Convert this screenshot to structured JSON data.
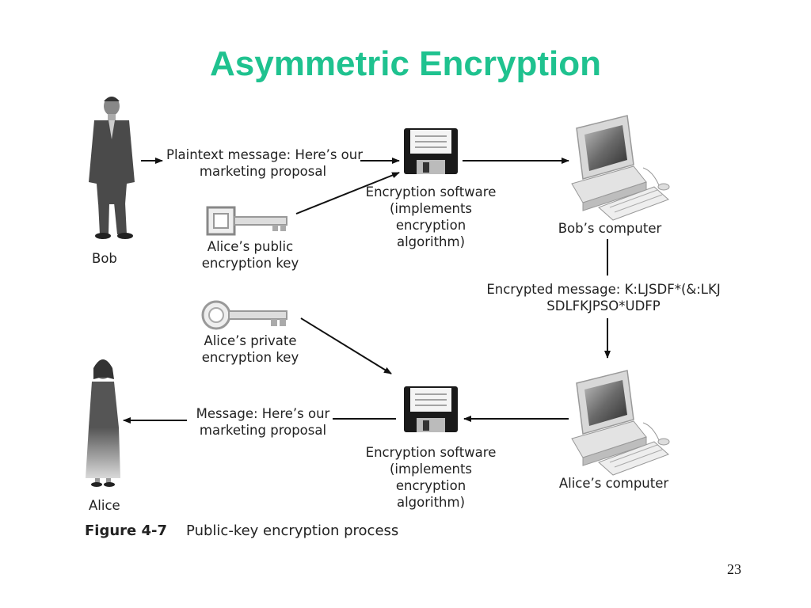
{
  "slide": {
    "title": "Asymmetric Encryption",
    "page_number": "23"
  },
  "figure": {
    "number": "Figure 4-7",
    "caption": "Public-key encryption process"
  },
  "labels": {
    "bob": "Bob",
    "alice": "Alice",
    "plaintext_message": "Plaintext message: Here’s our\nmarketing proposal",
    "alice_public_key": "Alice’s public\nencryption key",
    "alice_private_key": "Alice’s private\nencryption key",
    "encryption_software_top": "Encryption software\n(implements\nencryption\nalgorithm)",
    "encryption_software_bottom": "Encryption software\n(implements\nencryption\nalgorithm)",
    "bobs_computer": "Bob’s computer",
    "alices_computer": "Alice’s computer",
    "encrypted_message": "Encrypted message: K:LJSDF*(&:LKJ\nSDLFKJPSO*UDFP",
    "received_message": "Message: Here’s our\nmarketing proposal"
  },
  "colors": {
    "title": "#1fc28f",
    "line": "#111111",
    "figure_fill": "#555555",
    "monitor": "#d8d8d8"
  }
}
